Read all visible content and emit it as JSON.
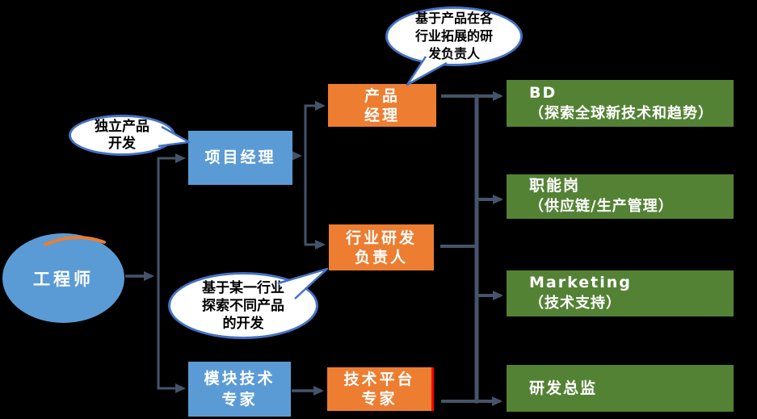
{
  "background": "#000000",
  "colors": {
    "node_blue": "#5B9BD5",
    "node_orange": "#ED7D31",
    "node_green": "#548235",
    "connector": "#44546A",
    "callout_border": "#4472C4",
    "callout_fill": "#FFFFFF",
    "platform_expert_right_edge": "#FF0000",
    "ellipse_arc": "#ED7D31",
    "node_text": "#FFFFFF",
    "callout_text": "#000000"
  },
  "nodes": {
    "engineer": {
      "label": "工程师"
    },
    "project_manager": {
      "label": "项目经理"
    },
    "module_expert": {
      "line1": "模块技术",
      "line2": "专家"
    },
    "product_manager": {
      "line1": "产品",
      "line2": "经理"
    },
    "industry_rd_lead": {
      "line1": "行业研发",
      "line2": "负责人"
    },
    "platform_expert": {
      "line1": "技术平台",
      "line2": "专家"
    },
    "bd": {
      "line1": "BD",
      "line2": "（探索全球新技术和趋势）"
    },
    "functional_post": {
      "line1": "职能岗",
      "line2": "（供应链/生产管理）"
    },
    "marketing": {
      "line1": "Marketing",
      "line2": "（技术支持）"
    },
    "rd_director": {
      "line1": "研发总监"
    }
  },
  "callouts": {
    "independent_dev": {
      "line1": "独立产品",
      "line2": "开发"
    },
    "product_expansion": {
      "line1": "基于产品在各",
      "line2": "行业拓展的研",
      "line3": "发负责人"
    },
    "industry_exploration": {
      "line1": "基于某一行业",
      "line2": "探索不同产品",
      "line3": "的开发"
    }
  },
  "edges": [
    {
      "from": "engineer",
      "to": "project_manager",
      "arrow": true
    },
    {
      "from": "engineer",
      "to": "module_expert",
      "arrow": true
    },
    {
      "from": "project_manager",
      "to": "product_manager",
      "arrow": true
    },
    {
      "from": "project_manager",
      "to": "industry_rd_lead",
      "arrow": true
    },
    {
      "from": "module_expert",
      "to": "platform_expert",
      "arrow": true
    },
    {
      "from": "product_manager",
      "to": "bd",
      "arrow": true
    },
    {
      "from": "trunk",
      "to": "functional_post",
      "arrow": true
    },
    {
      "from": "industry_rd_lead",
      "to": "trunk",
      "arrow": false
    },
    {
      "from": "trunk",
      "to": "marketing",
      "arrow": true
    },
    {
      "from": "platform_expert",
      "to": "rd_director",
      "arrow": true
    }
  ]
}
